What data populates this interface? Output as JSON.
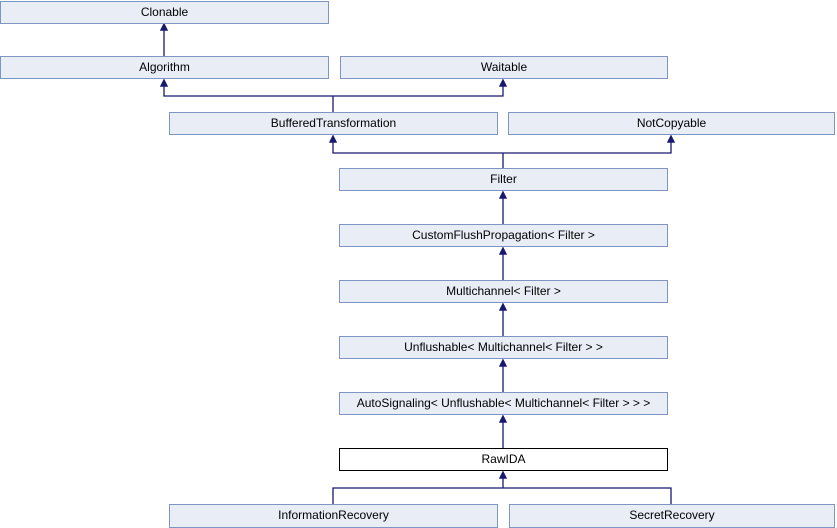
{
  "diagram": {
    "type": "class-inheritance-graph",
    "colors": {
      "node_fill": "#e8edf6",
      "node_border": "#7e95c1",
      "edge": "#191970",
      "focus_node_fill": "#ffffff",
      "focus_node_border": "#000000",
      "text": "#000000"
    },
    "nodes": {
      "clonable": {
        "label": "Clonable"
      },
      "algorithm": {
        "label": "Algorithm"
      },
      "waitable": {
        "label": "Waitable"
      },
      "buffered_transformation": {
        "label": "BufferedTransformation"
      },
      "not_copyable": {
        "label": "NotCopyable"
      },
      "filter": {
        "label": "Filter"
      },
      "custom_flush_propagation": {
        "label": "CustomFlushPropagation< Filter >"
      },
      "multichannel": {
        "label": "Multichannel< Filter >"
      },
      "unflushable": {
        "label": "Unflushable< Multichannel< Filter > >"
      },
      "auto_signaling": {
        "label": "AutoSignaling< Unflushable< Multichannel< Filter > > >"
      },
      "rawida": {
        "label": "RawIDA"
      },
      "information_recovery": {
        "label": "InformationRecovery"
      },
      "secret_recovery": {
        "label": "SecretRecovery"
      }
    },
    "edges": [
      {
        "from": "Algorithm",
        "to": "Clonable"
      },
      {
        "from": "BufferedTransformation",
        "to": "Algorithm"
      },
      {
        "from": "BufferedTransformation",
        "to": "Waitable"
      },
      {
        "from": "Filter",
        "to": "BufferedTransformation"
      },
      {
        "from": "Filter",
        "to": "NotCopyable"
      },
      {
        "from": "CustomFlushPropagation< Filter >",
        "to": "Filter"
      },
      {
        "from": "Multichannel< Filter >",
        "to": "CustomFlushPropagation< Filter >"
      },
      {
        "from": "Unflushable< Multichannel< Filter > >",
        "to": "Multichannel< Filter >"
      },
      {
        "from": "AutoSignaling< Unflushable< Multichannel< Filter > > >",
        "to": "Unflushable< Multichannel< Filter > >"
      },
      {
        "from": "RawIDA",
        "to": "AutoSignaling< Unflushable< Multichannel< Filter > > >"
      },
      {
        "from": "InformationRecovery",
        "to": "RawIDA"
      },
      {
        "from": "SecretRecovery",
        "to": "RawIDA"
      }
    ]
  }
}
